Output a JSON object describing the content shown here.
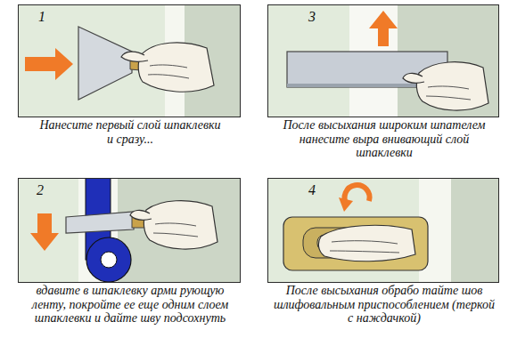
{
  "diagram": {
    "nodes": [
      {
        "text": [
          "1",
          "Нанесите первый слой шпаклевки и сразу..."
        ]
      },
      {
        "text": [
          "2",
          "вдавите в шпаклевку арми рующую ленту, покройте ее еще одним слоем шпаклевки и дайте шву подсохнуть"
        ]
      },
      {
        "text": [
          "3",
          "После высыхания широким шпателем нанесите выра внивающий слой шпаклевки"
        ]
      },
      {
        "text": [
          "4",
          "После высыхания обрабо тайте шов шлифовальным приспособлением (теркой с наждачкой)"
        ]
      }
    ]
  }
}
